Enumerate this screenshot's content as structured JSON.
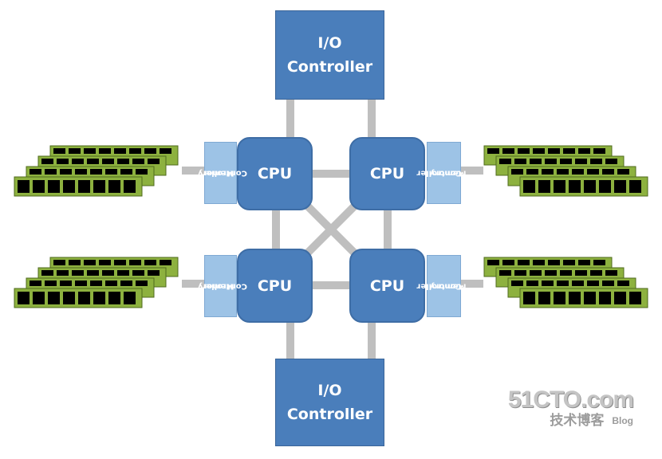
{
  "io_controllers": {
    "top": {
      "line1": "I/O",
      "line2": "Controller"
    },
    "bottom": {
      "line1": "I/O",
      "line2": "Controller"
    }
  },
  "cpus": {
    "top_left": "CPU",
    "top_right": "CPU",
    "bottom_left": "CPU",
    "bottom_right": "CPU"
  },
  "memory_controllers": {
    "top_left": {
      "line1": "Memory",
      "line2": "Controller"
    },
    "top_right": {
      "line1": "Memory",
      "line2": "Controller"
    },
    "bottom_left": {
      "line1": "Memory",
      "line2": "Controller"
    },
    "bottom_right": {
      "line1": "Memory",
      "line2": "Controller"
    }
  },
  "watermark": {
    "main": "51CTO.com",
    "sub": "技术博客",
    "blog": "Blog"
  },
  "colors": {
    "box_blue": "#4a7ebb",
    "memory_controller": "#9dc3e6",
    "interconnect": "#bfbfbf",
    "ram_module": "#8db13f",
    "ram_chip": "#000000"
  }
}
